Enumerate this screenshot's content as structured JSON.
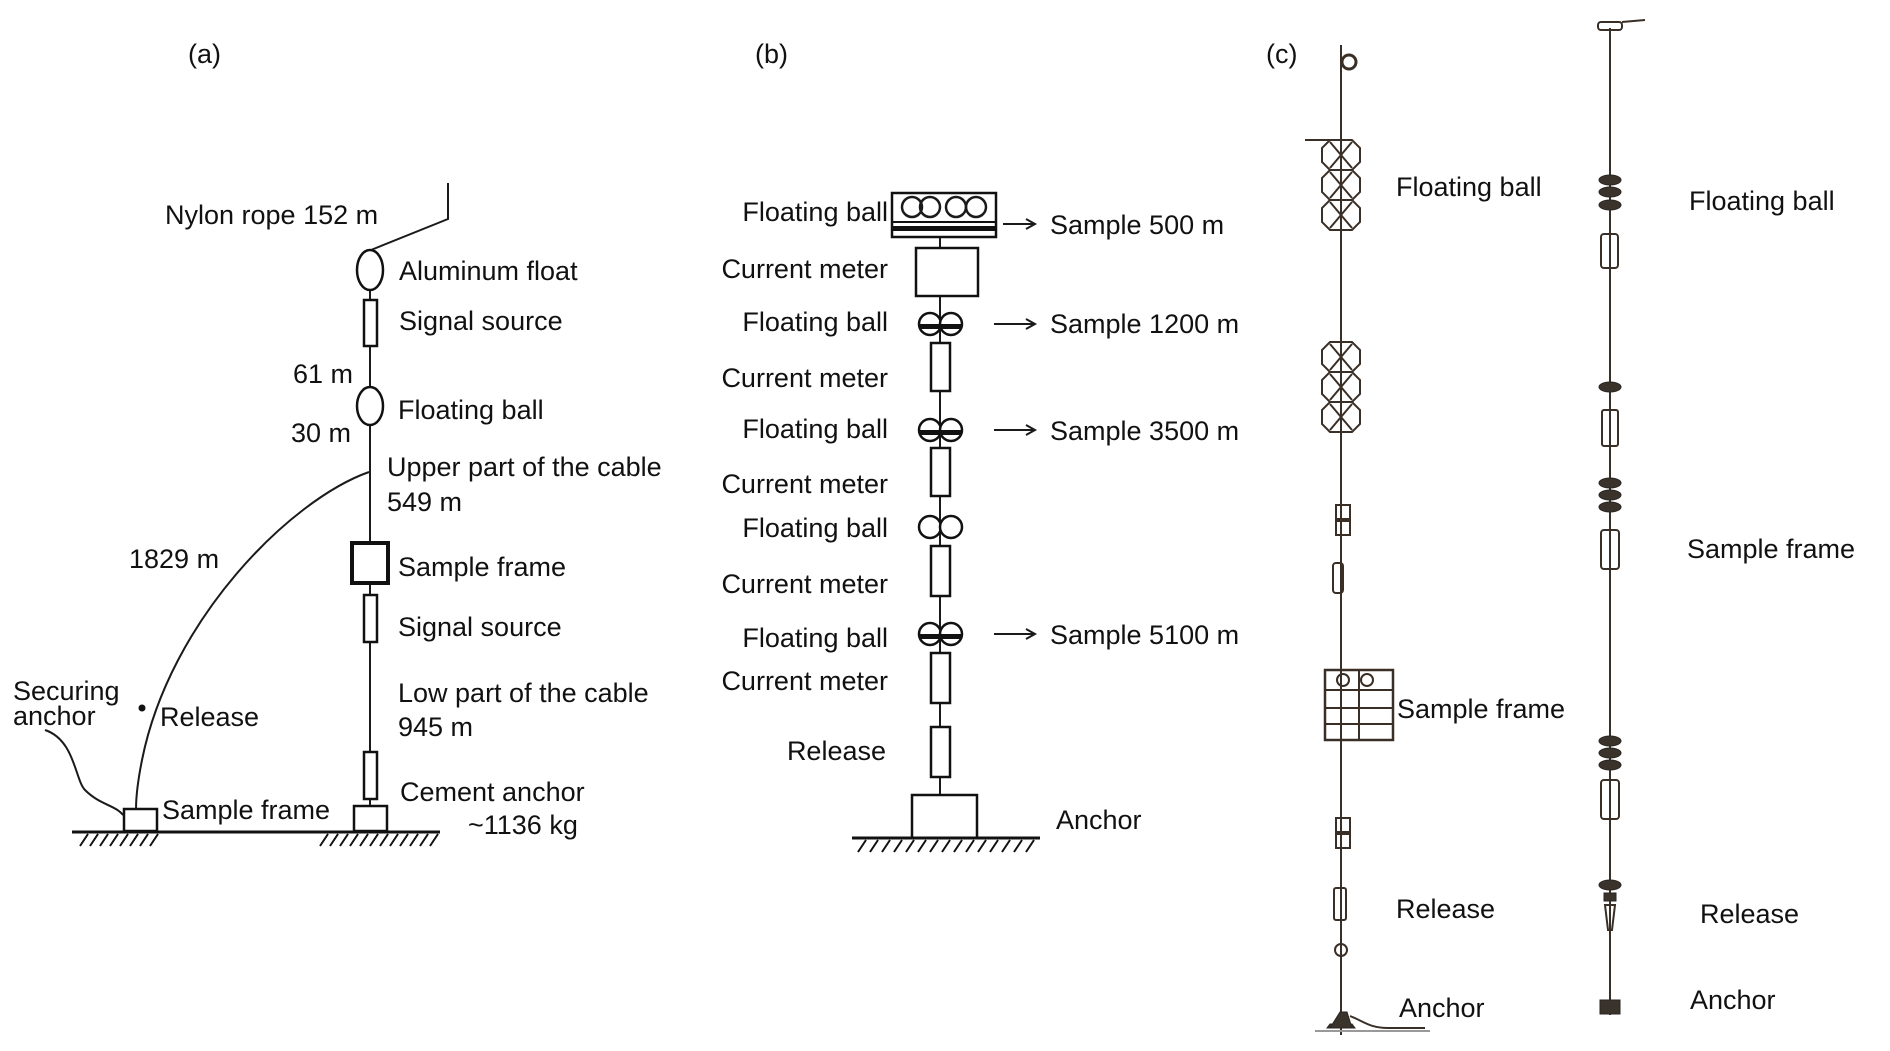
{
  "figure": {
    "panels": [
      {
        "id": "a",
        "label": "(a)",
        "components": {
          "nylon_rope": "Nylon rope 152 m",
          "aluminum_float": "Aluminum float",
          "signal_source_top": "Signal source",
          "dist_61": "61 m",
          "floating_ball": "Floating ball",
          "dist_30": "30 m",
          "upper_cable_1": "Upper part of the cable",
          "upper_cable_2": "549 m",
          "dist_1829": "1829 m",
          "sample_frame_top": "Sample frame",
          "signal_source_bottom": "Signal source",
          "low_cable_1": "Low part of the cable",
          "low_cable_2": "945 m",
          "securing_anchor_1": "Securing",
          "securing_anchor_2": "anchor",
          "release": "Release",
          "sample_frame_bottom": "Sample frame",
          "cement_anchor_1": "Cement anchor",
          "cement_anchor_2": "~1136 kg"
        }
      },
      {
        "id": "b",
        "label": "(b)",
        "left_labels": [
          "Floating ball",
          "Current meter",
          "Floating ball",
          "Current meter",
          "Floating ball",
          "Current meter",
          "Floating ball",
          "Current meter",
          "Floating ball",
          "Current meter",
          "Release"
        ],
        "samples": [
          "Sample 500 m",
          "Sample 1200 m",
          "Sample 3500 m",
          "Sample 5100 m"
        ],
        "anchor": "Anchor"
      },
      {
        "id": "c",
        "label": "(c)",
        "left_mooring": {
          "floating_ball": "Floating ball",
          "sample_frame": "Sample frame",
          "release": "Release",
          "anchor": "Anchor"
        },
        "right_mooring": {
          "floating_ball": "Floating ball",
          "sample_frame": "Sample frame",
          "release": "Release",
          "anchor": "Anchor"
        }
      }
    ]
  }
}
